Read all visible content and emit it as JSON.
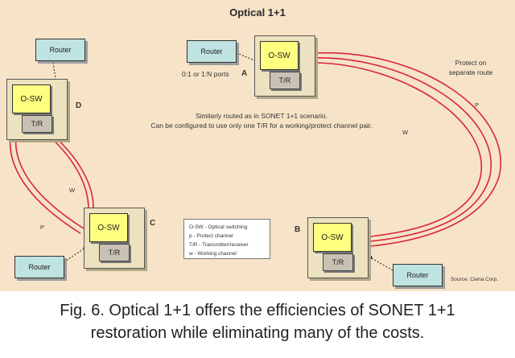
{
  "title": "Optical 1+1",
  "nodes": {
    "A": {
      "label": "A",
      "osw": "O-SW",
      "tr": "T/R",
      "router": "Router"
    },
    "B": {
      "label": "B",
      "osw": "O-SW",
      "tr": "T/R",
      "router": "Router"
    },
    "C": {
      "label": "C",
      "osw": "O-SW",
      "tr": "T/R",
      "router": "Router"
    },
    "D": {
      "label": "D",
      "osw": "O-SW",
      "tr": "T/R",
      "router": "Router"
    }
  },
  "annotations": {
    "ports": "0:1 or 1:N ports",
    "protect_route": [
      "Protect on",
      "separate route"
    ],
    "center_note": [
      "Similarly routed as in SONET 1+1 scenario.",
      "Can be configured to use only one T/R for a working/protect channel pair."
    ],
    "w_right": "W",
    "p_right": "P",
    "w_left": "W",
    "p_left": "P"
  },
  "legend": [
    "O-SW - Optical switching",
    "p - Protect channel",
    "T/R - Transmitter/receiver",
    "w - Working channel"
  ],
  "source": "Source: Ciena Corp.",
  "caption": [
    "Fig. 6. Optical 1+1 offers the efficiencies of SONET 1+1",
    "restoration while eliminating many of the costs."
  ],
  "colors": {
    "background": "#f7e3c7",
    "router": "#bfe3e0",
    "osw": "#ffff80",
    "fiber": "#d8263a"
  }
}
